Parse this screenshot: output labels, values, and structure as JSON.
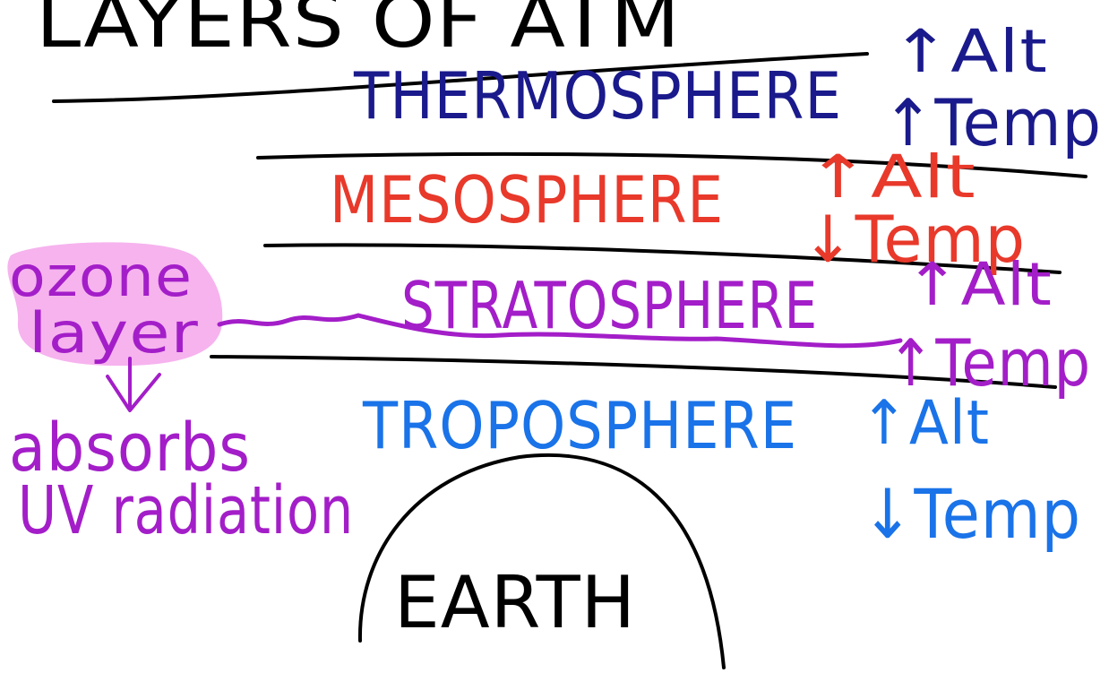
{
  "page_title": "LAYERS OF ATM",
  "colors": {
    "background": "#ffffff",
    "ink": "#000000",
    "thermosphere": "#1a1a8c",
    "mesosphere": "#e8392b",
    "stratosphere": "#a31ec8",
    "troposphere": "#1a73e8",
    "ozone_highlight": "#f6b3ee"
  },
  "layers": {
    "thermosphere": {
      "name": "THERMOSPHERE",
      "alt": "↑Alt",
      "temp": "↑Temp"
    },
    "mesosphere": {
      "name": "MESOSPHERE",
      "alt": "↑Alt",
      "temp": "↓Temp"
    },
    "stratosphere": {
      "name": "STRATOSPHERE",
      "alt": "↑Alt",
      "temp": "↑Temp"
    },
    "troposphere": {
      "name": "TROPOSPHERE",
      "alt": "↑Alt",
      "temp": "↓Temp"
    }
  },
  "ozone": {
    "line1": "ozone",
    "line2": "layer",
    "note_line1": "absorbs",
    "note_line2": "UV radiation"
  },
  "earth_label": "EARTH"
}
